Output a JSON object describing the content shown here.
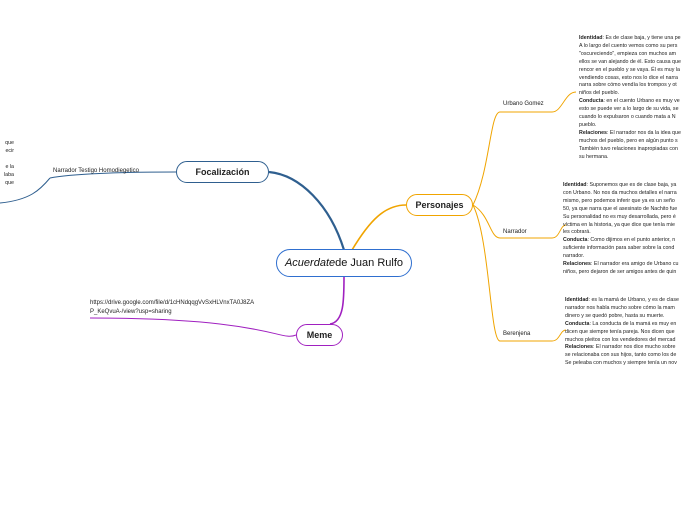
{
  "central": {
    "title_italic": "Acuerdate",
    "title_rest": " de Juan Rulfo"
  },
  "focalizacion": {
    "label": "Focalización",
    "child": "Narrador Testigo Homodiegetico",
    "edge_fragments": [
      "que",
      "ecir",
      "e la",
      "laba",
      "que"
    ]
  },
  "personajes": {
    "label": "Personajes",
    "urbano": {
      "label": "Urbano Gomez",
      "lines": [
        {
          "b": "Identidad",
          "t": ": Es de clase baja, y tiene una pe"
        },
        {
          "t": "A lo largo del cuento vemos como su pers"
        },
        {
          "t": "\"oscureciendo\", empieza con muchos am"
        },
        {
          "t": "ellos se van alejando de él. Esto causa que"
        },
        {
          "t": "rencor en el pueblo y se vaya. Él es muy la"
        },
        {
          "t": "vendiendo cosas, esto nos lo dice el narra"
        },
        {
          "t": "narra sobre cómo vendía los trompos y ot"
        },
        {
          "t": "niños del pueblo."
        },
        {
          "b": "Conducta",
          "t": ": en el cuento Urbano es muy ve"
        },
        {
          "t": "esto se puede ver a lo largo de su vida, se"
        },
        {
          "t": "cuando lo expulsaron o cuando mata a N"
        },
        {
          "t": "pueblo."
        },
        {
          "b": "Relaciones",
          "t": ": El narrador nos da la idea que"
        },
        {
          "t": "muchos del pueblo, pero en algún punto s"
        },
        {
          "t": "También tuvo relaciones inapropiadas con"
        },
        {
          "t": "su hermana."
        }
      ]
    },
    "narrador": {
      "label": "Narrador",
      "lines": [
        {
          "b": "Identidad",
          "t": ": Suponemos que es de clase baja, ya"
        },
        {
          "t": "con Urbano. No nos da muchos detalles el narra"
        },
        {
          "t": "mismo, pero podemos inferir que ya es un seño"
        },
        {
          "t": "50, ya que narra que el asesinato de Nachito fue"
        },
        {
          "t": "Su personalidad no es muy desarrollada, pero é"
        },
        {
          "t": "víctima en la historia, ya que dice que tenía mie"
        },
        {
          "t": "les cobrará."
        },
        {
          "b": "Conducta",
          "t": ": Como dijimos en el punto anterior, n"
        },
        {
          "t": "suficiente información para saber sobre la cond"
        },
        {
          "t": "narrador."
        },
        {
          "b": "Relaciones",
          "t": ": El narrador era amigo de Urbano cu"
        },
        {
          "t": "niños, pero dejaron de ser amigos antes de quin"
        }
      ]
    },
    "berenjena": {
      "label": "Berenjena",
      "lines": [
        {
          "b": "Identidad",
          "t": ": es la mamá de Urbano, y es de clase"
        },
        {
          "t": "narrador nos habla mucho sobre cómo la mam"
        },
        {
          "t": "dinero y se quedó pobre, hasta su muerte."
        },
        {
          "b": "Conducta",
          "t": ": La conducta de la mamá es muy en"
        },
        {
          "t": "dicen que siempre tenía pareja. Nos dicen que"
        },
        {
          "t": "muchos pleitos con los vendedores del mercad"
        },
        {
          "b": "Relaciones",
          "t": ": El narrador nos dice mucho sobre"
        },
        {
          "t": "se relacionaba con sus hijos, tanto como los de"
        },
        {
          "t": "Se peleaba con muchos y siempre tenía un nov"
        }
      ]
    }
  },
  "meme": {
    "label": "Meme",
    "link_line1": "https://drive.google.com/file/d/1cHNdqqgVvSxHLVnxTA0J8ZA",
    "link_line2": "P_KeQvuA-/view?usp=sharing"
  },
  "colors": {
    "focalizacion": "#2f5f8f",
    "central_border": "#2f6fcf",
    "personajes": "#f0a400",
    "meme": "#a020c0"
  }
}
